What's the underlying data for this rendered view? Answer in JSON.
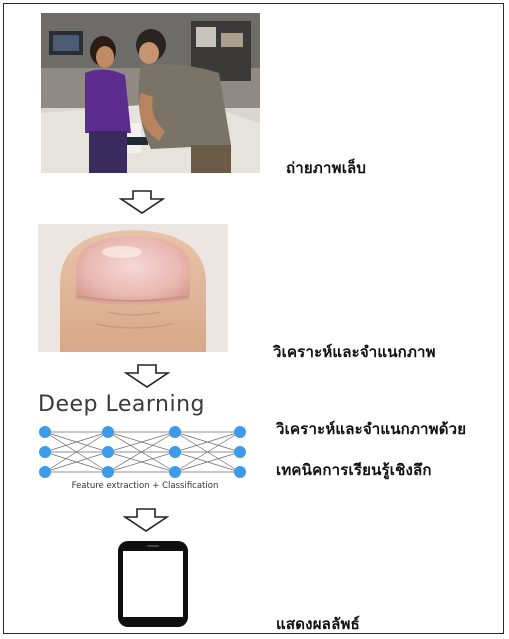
{
  "steps": [
    {
      "caption": "ถ่ายภาพเล็บ",
      "image": "lab-photo-two-people-using-phone"
    },
    {
      "caption": "วิเคราะห์และจำแนกภาพ",
      "image": "fingernail-closeup"
    },
    {
      "caption_lines": [
        "วิเคราะห์และจำแนกภาพด้วย",
        "เทคนิคการเรียนรู้เชิงลึก"
      ],
      "image": "deep-learning-network"
    },
    {
      "caption": "แสดงผลลัพธ์",
      "image": "smartphone-icon"
    }
  ],
  "deep_learning": {
    "title": "Deep Learning",
    "subtitle": "Feature extraction + Classification",
    "node_color": "#3d9be9"
  },
  "icons": [
    "down-arrow-icon",
    "down-arrow-icon",
    "down-arrow-icon"
  ]
}
